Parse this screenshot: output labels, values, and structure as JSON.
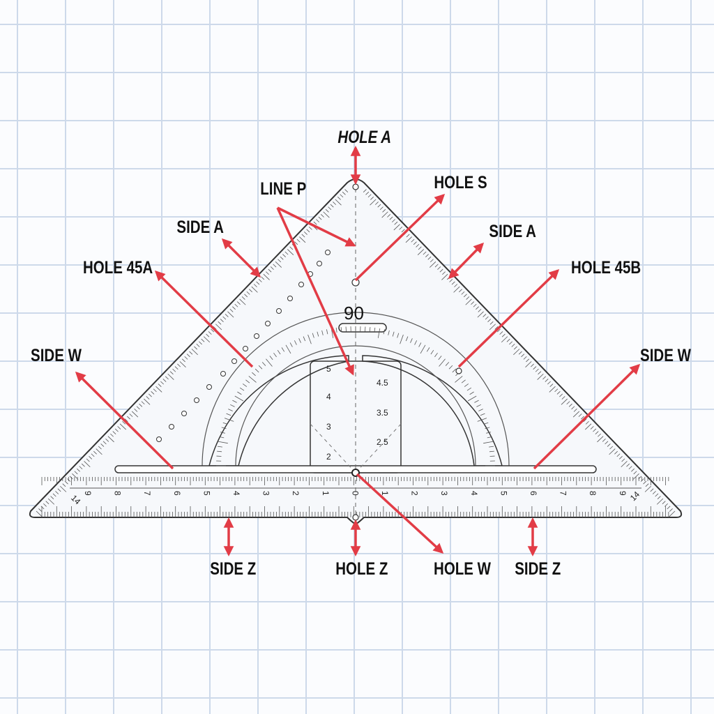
{
  "labels": {
    "hole_a": "HOLE A",
    "line_p": "LINE P",
    "hole_s": "HOLE S",
    "side_a_left": "SIDE A",
    "side_a_right": "SIDE A",
    "hole_45a": "HOLE 45A",
    "hole_45b": "HOLE 45B",
    "side_w_left": "SIDE W",
    "side_w_right": "SIDE W",
    "side_z_left": "SIDE Z",
    "hole_z": "HOLE Z",
    "hole_w": "HOLE W",
    "side_z_right": "SIDE Z"
  },
  "ruler": {
    "base_numbers": [
      "9",
      "8",
      "7",
      "6",
      "5",
      "4",
      "3",
      "2",
      "1",
      "0",
      "1",
      "2",
      "3",
      "4",
      "5",
      "6",
      "7",
      "8",
      "9"
    ],
    "corner_left": "14",
    "corner_right": "14",
    "center_numbers": [
      "2",
      "2.5",
      "3",
      "3.5",
      "4",
      "4.5",
      "5"
    ],
    "protractor_peak": "90"
  },
  "colors": {
    "arrow": "#e23c46",
    "outline": "#333333",
    "plastic": "#f6f8fb"
  }
}
